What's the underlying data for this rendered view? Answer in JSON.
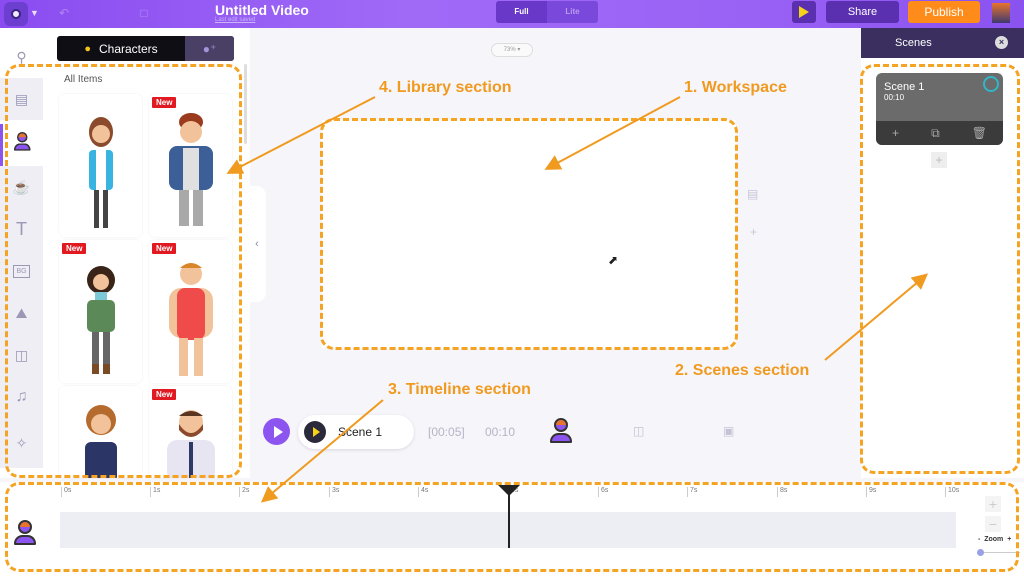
{
  "topbar": {
    "title": "Untitled Video",
    "subtitle": "Last edit saved",
    "mode_options": [
      "Full",
      "Lite"
    ],
    "mode_selected": "Full",
    "share_label": "Share",
    "publish_label": "Publish",
    "colors": {
      "bar": "#9b63f5",
      "publish": "#ff8c1a",
      "share": "#5b30b0",
      "play": "#f7d21a"
    }
  },
  "sidebar": {
    "items": [
      {
        "name": "search",
        "icon": "search-icon"
      },
      {
        "name": "properties",
        "icon": "radio-icon"
      },
      {
        "name": "characters",
        "icon": "person-icon",
        "active": true
      },
      {
        "name": "props",
        "icon": "cup-icon"
      },
      {
        "name": "text",
        "icon": "text-icon"
      },
      {
        "name": "backgrounds",
        "icon": "bg-icon"
      },
      {
        "name": "images",
        "icon": "image-icon"
      },
      {
        "name": "videos",
        "icon": "video-icon"
      },
      {
        "name": "music",
        "icon": "music-icon"
      },
      {
        "name": "effects",
        "icon": "sparkle-icon"
      }
    ]
  },
  "library": {
    "tabs": [
      {
        "label": "Characters",
        "icon": "person-icon"
      },
      {
        "label": "",
        "icon": "add-person-icon"
      }
    ],
    "section_label": "All Items",
    "items": [
      {
        "name": "Woman with glasses",
        "new": false
      },
      {
        "name": "Man with glasses",
        "new": true
      },
      {
        "name": "Curly hair woman",
        "new": true
      },
      {
        "name": "Man in red tank top",
        "new": true
      },
      {
        "name": "Curly hair man",
        "new": false
      },
      {
        "name": "Bearded man with tie",
        "new": true
      }
    ],
    "badge_label": "New"
  },
  "workspace": {
    "zoom_level": "73%"
  },
  "player": {
    "scene_label": "Scene 1",
    "current_time": "[00:05]",
    "total_time": "00:10"
  },
  "scenes": {
    "title": "Scenes",
    "items": [
      {
        "name": "Scene 1",
        "duration": "00:10"
      }
    ]
  },
  "timeline": {
    "ticks": [
      "0s",
      "1s",
      "2s",
      "3s",
      "4s",
      "5s",
      "6s",
      "7s",
      "8s",
      "9s",
      "10s"
    ],
    "playhead_position": "5s",
    "zoom_label": "Zoom",
    "zoom_minus": "-",
    "zoom_plus": "+"
  },
  "annotations": {
    "workspace": "1. Workspace",
    "scenes": "2. Scenes section",
    "timeline": "3. Timeline section",
    "library": "4. Library section",
    "color": "#f4a322"
  }
}
